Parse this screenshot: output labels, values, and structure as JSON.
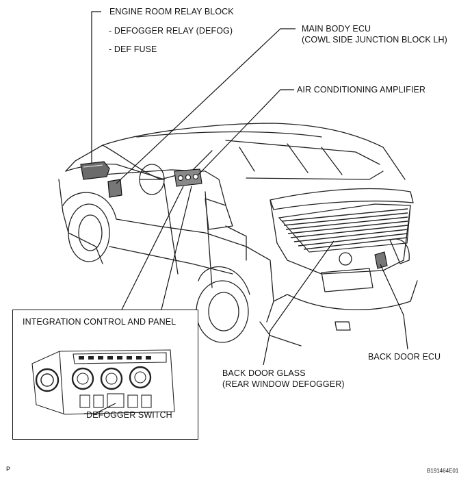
{
  "labels": {
    "engine_room_relay_block": "ENGINE ROOM RELAY BLOCK",
    "defogger_relay": "- DEFOGGER RELAY (DEFOG)",
    "def_fuse": "- DEF FUSE",
    "main_body_ecu_line1": "MAIN BODY ECU",
    "main_body_ecu_line2": "(COWL SIDE JUNCTION BLOCK LH)",
    "air_conditioning_amplifier": "AIR CONDITIONING AMPLIFIER",
    "integration_control_panel": "INTEGRATION CONTROL AND PANEL",
    "defogger_switch": "DEFOGGER SWITCH",
    "back_door_glass_line1": "BACK DOOR GLASS",
    "back_door_glass_line2": "(REAR WINDOW DEFOGGER)",
    "back_door_ecu": "BACK DOOR ECU"
  },
  "corner": {
    "left_mark": "P",
    "figure_id": "B191464E01"
  }
}
